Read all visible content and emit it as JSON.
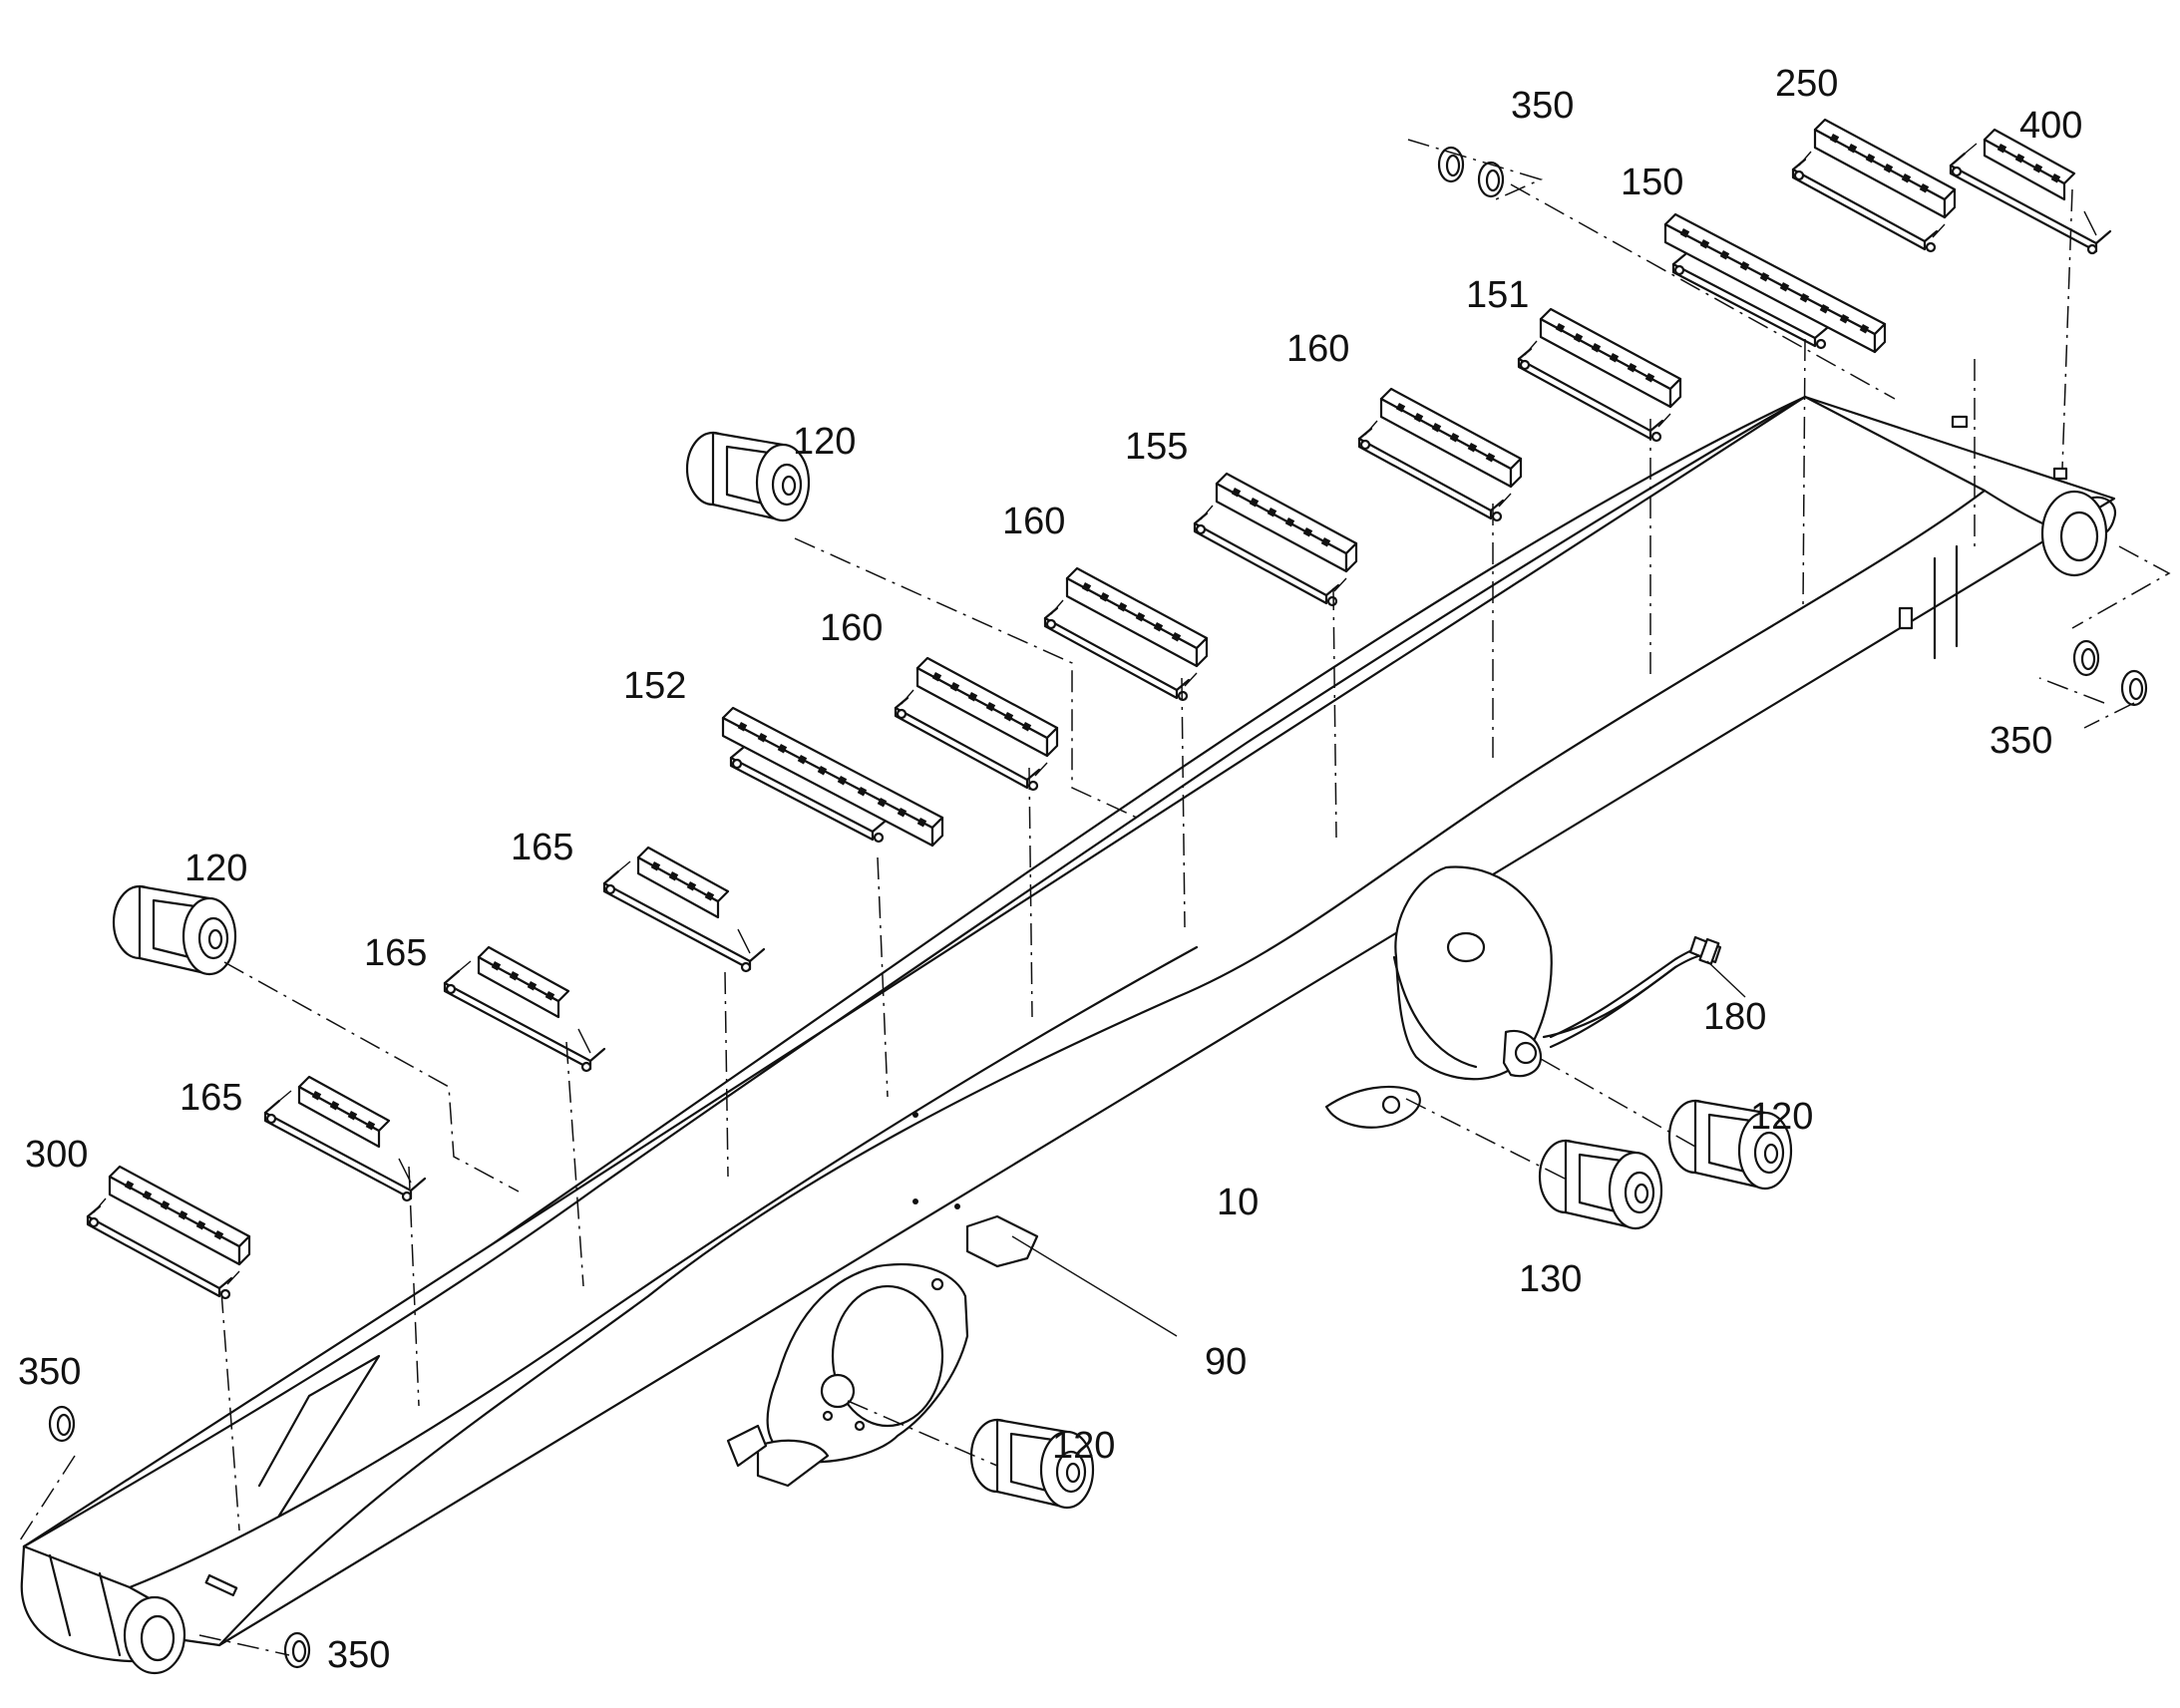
{
  "diagram": {
    "callouts": {
      "c350_top": "350",
      "c250": "250",
      "c400": "400",
      "c150": "150",
      "c151": "151",
      "c160_a": "160",
      "c155": "155",
      "c120_top": "120",
      "c160_b": "160",
      "c160_c": "160",
      "c152": "152",
      "c165_a": "165",
      "c120_left": "120",
      "c165_b": "165",
      "c165_c": "165",
      "c300": "300",
      "c350_right": "350",
      "c180": "180",
      "c120_right": "120",
      "c10": "10",
      "c130": "130",
      "c90": "90",
      "c120_bottom": "120",
      "c350_left": "350",
      "c350_bottom": "350"
    }
  }
}
